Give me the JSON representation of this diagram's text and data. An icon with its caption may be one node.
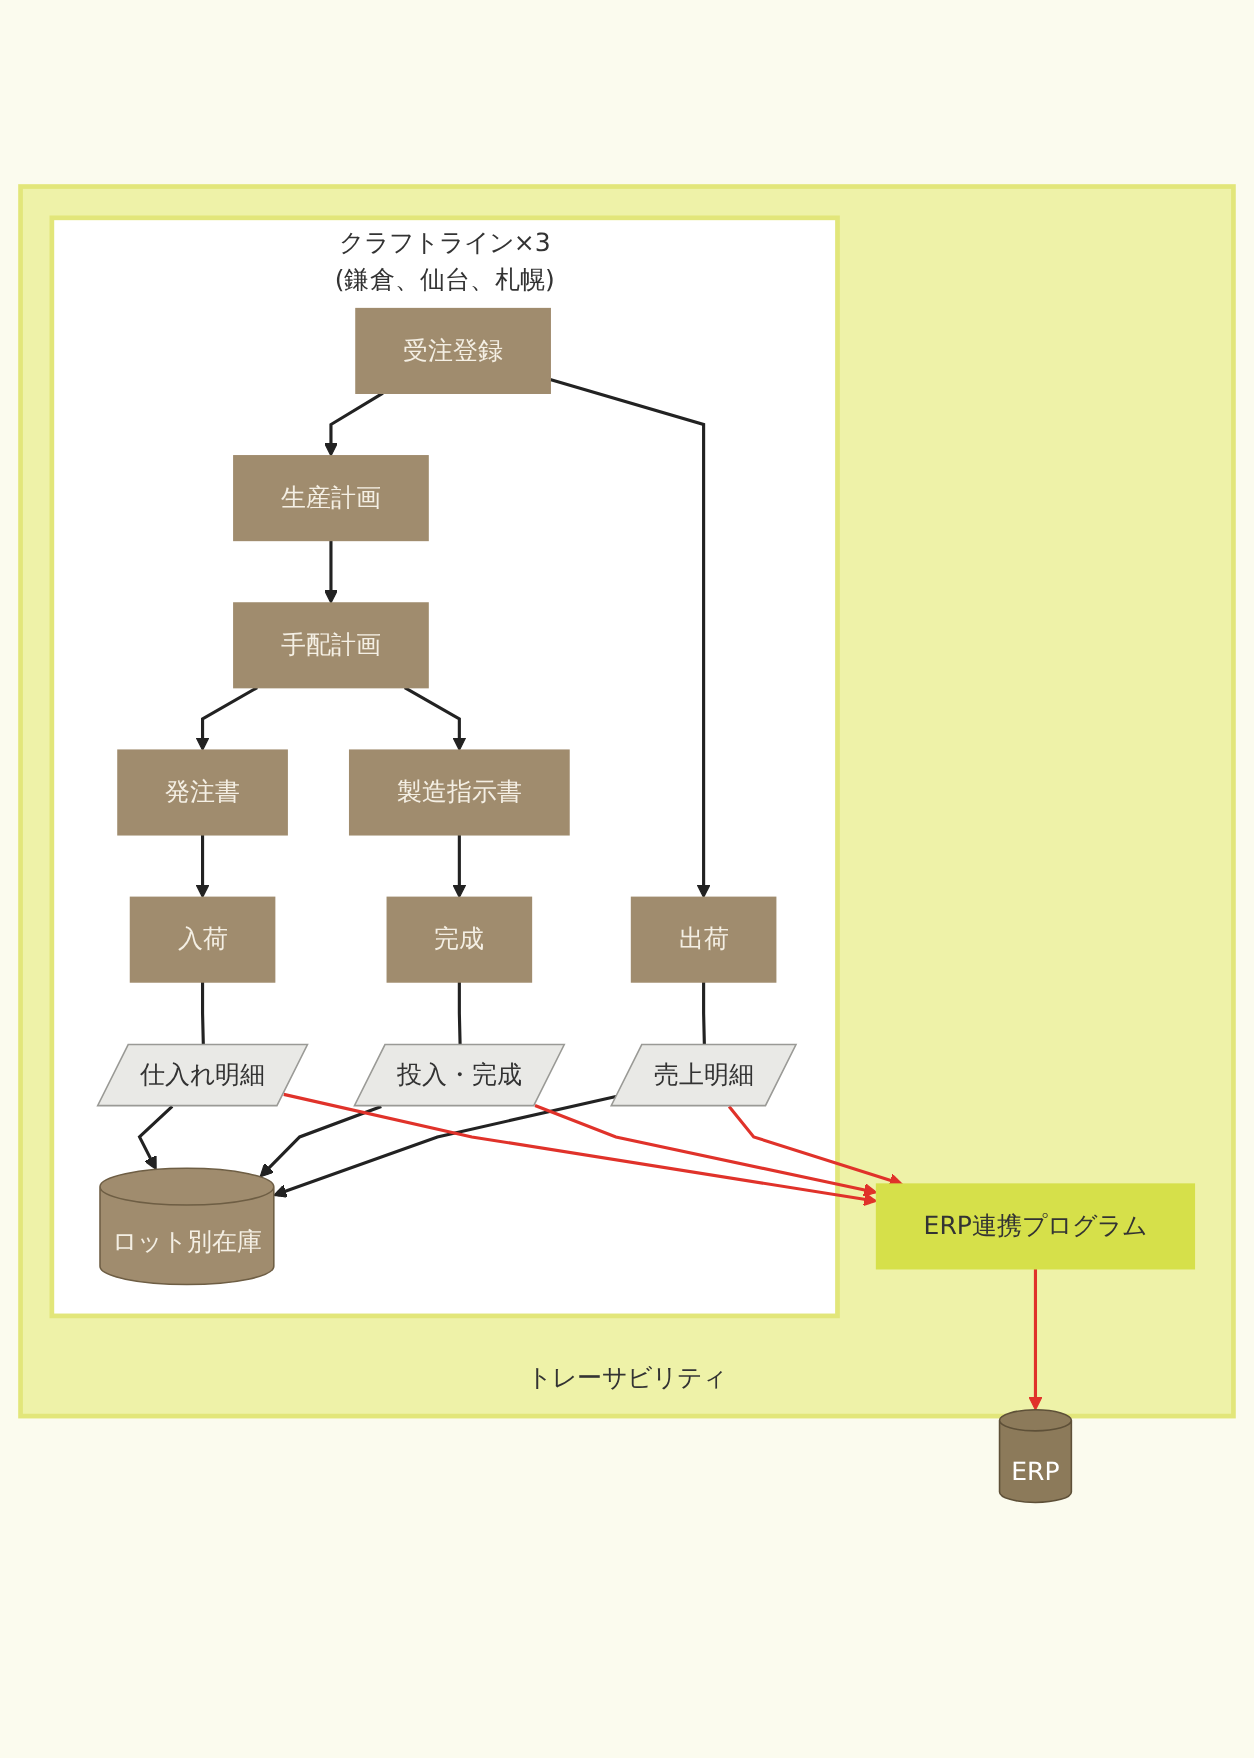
{
  "diagram": {
    "nodes": [
      {
        "text": [
          "トレーサビリティ"
        ]
      },
      {
        "text": [
          "クラフトライン×3",
          "(鎌倉、仙台、札幌)"
        ],
        "in": 0
      },
      {
        "text": [
          "受注登録"
        ],
        "in": 1
      },
      {
        "text": [
          "生産計画"
        ],
        "in": 1
      },
      {
        "text": [
          "手配計画"
        ],
        "in": 1
      },
      {
        "text": [
          "発注書"
        ],
        "in": 1
      },
      {
        "text": [
          "製造指示書"
        ],
        "in": 1
      },
      {
        "text": [
          "入荷"
        ],
        "in": 1
      },
      {
        "text": [
          "完成"
        ],
        "in": 1
      },
      {
        "text": [
          "出荷"
        ],
        "in": 1
      },
      {
        "text": [
          "仕入れ明細"
        ],
        "in": 1
      },
      {
        "text": [
          "投入・完成"
        ],
        "in": 1
      },
      {
        "text": [
          "売上明細"
        ],
        "in": 1
      },
      {
        "text": [
          "ロット別在庫"
        ],
        "in": 1
      },
      {
        "text": [
          "ERP連携プログラム"
        ],
        "in": 0
      },
      {
        "text": [
          "ERP"
        ]
      }
    ],
    "edges": [
      {
        "from": 2,
        "to": 3,
        "arrow": "to"
      },
      {
        "from": 3,
        "to": 4,
        "arrow": "to"
      },
      {
        "from": 4,
        "to": 5,
        "arrow": "to"
      },
      {
        "from": 4,
        "to": 6,
        "arrow": "to"
      },
      {
        "from": 2,
        "to": 9,
        "arrow": "to"
      },
      {
        "from": 5,
        "to": 7,
        "arrow": "to"
      },
      {
        "from": 6,
        "to": 8,
        "arrow": "to"
      },
      {
        "from": 7,
        "to": 10,
        "arrow": "none"
      },
      {
        "from": 8,
        "to": 11,
        "arrow": "none"
      },
      {
        "from": 9,
        "to": 12,
        "arrow": "none"
      },
      {
        "from": 10,
        "to": 13,
        "arrow": "to"
      },
      {
        "from": 11,
        "to": 13,
        "arrow": "to"
      },
      {
        "from": 12,
        "to": 13,
        "arrow": "to"
      },
      {
        "from": 10,
        "to": 14,
        "arrow": "to",
        "color": "#e0322a"
      },
      {
        "from": 11,
        "to": 14,
        "arrow": "to",
        "color": "#e0322a"
      },
      {
        "from": 12,
        "to": 14,
        "arrow": "to",
        "color": "#e0322a"
      },
      {
        "from": 14,
        "to": 15,
        "arrow": "to",
        "color": "#e0322a"
      }
    ]
  }
}
